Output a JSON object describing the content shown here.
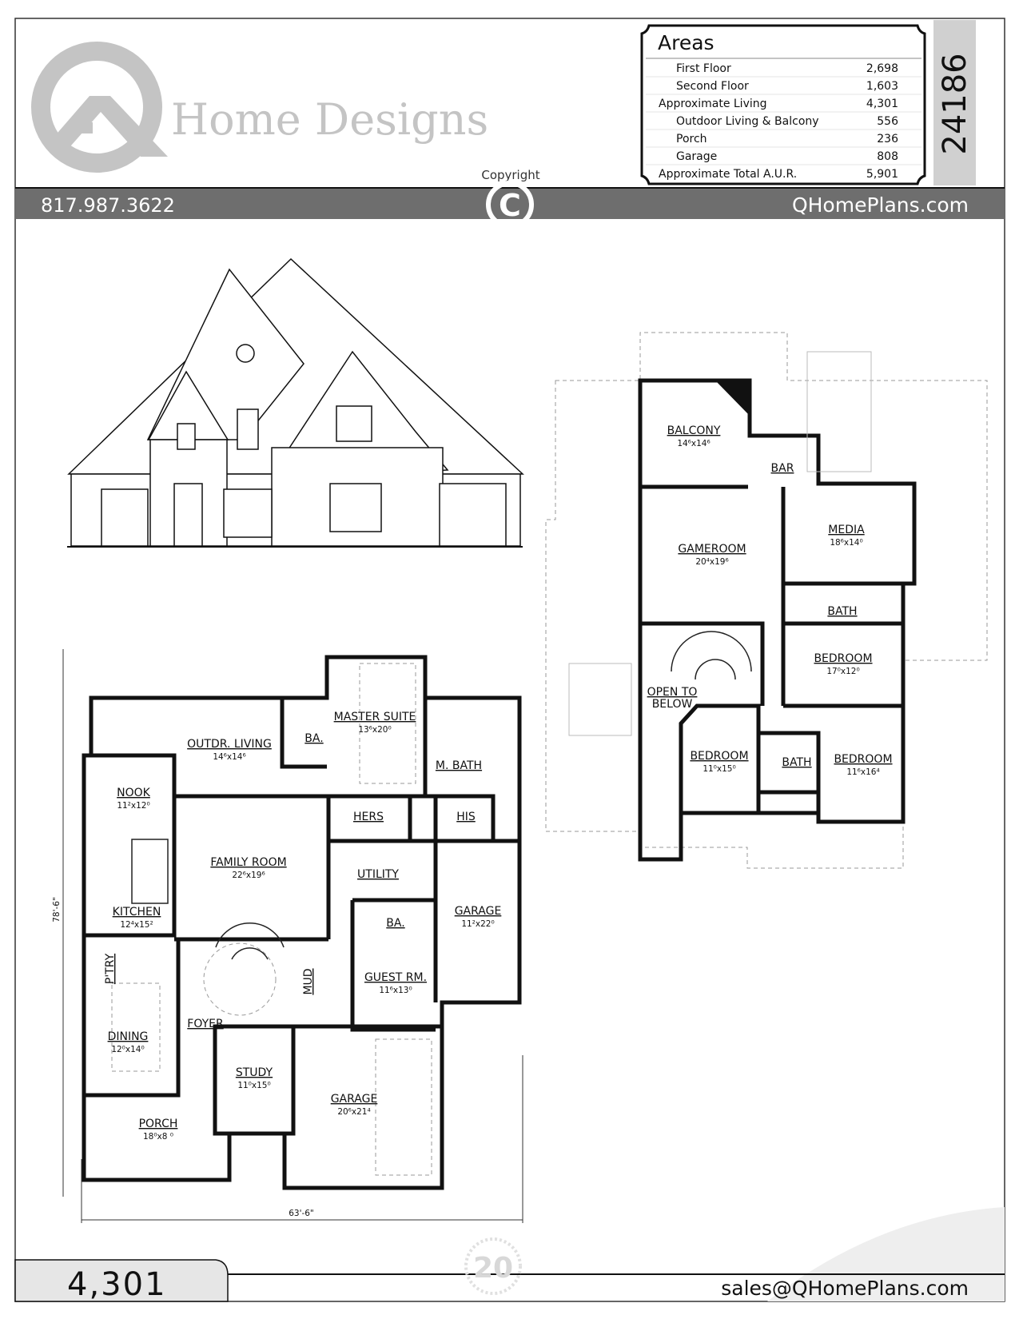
{
  "header": {
    "logo_text": "Home Designs",
    "phone": "817.987.3622",
    "website": "QHomePlans.com",
    "copyright_label": "Copyright",
    "copyright_symbol": "C",
    "plan_number": "24186"
  },
  "areas": {
    "title": "Areas",
    "rows": [
      {
        "label": "First Floor",
        "value": "2,698",
        "indent": true
      },
      {
        "label": "Second Floor",
        "value": "1,603",
        "indent": true
      },
      {
        "label": "Approximate Living",
        "value": "4,301",
        "indent": false
      },
      {
        "label": "Outdoor Living & Balcony",
        "value": "556",
        "indent": true
      },
      {
        "label": "Porch",
        "value": "236",
        "indent": true
      },
      {
        "label": "Garage",
        "value": "808",
        "indent": true
      },
      {
        "label": "Approximate Total A.U.R.",
        "value": "5,901",
        "indent": false
      }
    ]
  },
  "first_floor": {
    "rooms": [
      {
        "name": "OUTDR. LIVING",
        "dims": "14⁶x14⁶"
      },
      {
        "name": "BA.",
        "dims": ""
      },
      {
        "name": "MASTER SUITE",
        "dims": "13⁶x20⁰"
      },
      {
        "name": "M. BATH",
        "dims": ""
      },
      {
        "name": "NOOK",
        "dims": "11²x12⁰"
      },
      {
        "name": "HERS",
        "dims": ""
      },
      {
        "name": "HIS",
        "dims": ""
      },
      {
        "name": "FAMILY ROOM",
        "dims": "22⁶x19⁶"
      },
      {
        "name": "UTILITY",
        "dims": ""
      },
      {
        "name": "GARAGE",
        "dims": "11²x22⁰"
      },
      {
        "name": "KITCHEN",
        "dims": "12⁴x15²"
      },
      {
        "name": "BA.",
        "dims": ""
      },
      {
        "name": "P'TRY",
        "dims": ""
      },
      {
        "name": "MUD",
        "dims": ""
      },
      {
        "name": "GUEST RM.",
        "dims": "11⁶x13⁰"
      },
      {
        "name": "FOYER",
        "dims": ""
      },
      {
        "name": "DINING",
        "dims": "12⁰x14⁰"
      },
      {
        "name": "STUDY",
        "dims": "11⁰x15⁰"
      },
      {
        "name": "GARAGE",
        "dims": "20⁶x21⁴"
      },
      {
        "name": "PORCH",
        "dims": "18⁰x8 ⁰"
      }
    ],
    "depth": "78'-6\"",
    "width": "63'-6\""
  },
  "second_floor": {
    "rooms": [
      {
        "name": "BALCONY",
        "dims": "14⁶x14⁶"
      },
      {
        "name": "BAR",
        "dims": ""
      },
      {
        "name": "MEDIA",
        "dims": "18⁶x14⁰"
      },
      {
        "name": "GAMEROOM",
        "dims": "20⁴x19⁶"
      },
      {
        "name": "BATH",
        "dims": ""
      },
      {
        "name": "BEDROOM",
        "dims": "17⁰x12⁰"
      },
      {
        "name": "OPEN TO",
        "dims": "BELOW"
      },
      {
        "name": "BEDROOM",
        "dims": "11⁰x15⁰"
      },
      {
        "name": "BATH",
        "dims": ""
      },
      {
        "name": "BEDROOM",
        "dims": "11⁶x16⁴"
      }
    ]
  },
  "footer": {
    "living_area": "4,301",
    "badge_number": "20",
    "email": "sales@QHomePlans.com"
  },
  "colors": {
    "header_bar": "#6e6e6e",
    "logo_gray": "#c4c4c4",
    "plan_strip": "#d0d0d0",
    "footer_tab": "#e6e6e6"
  }
}
